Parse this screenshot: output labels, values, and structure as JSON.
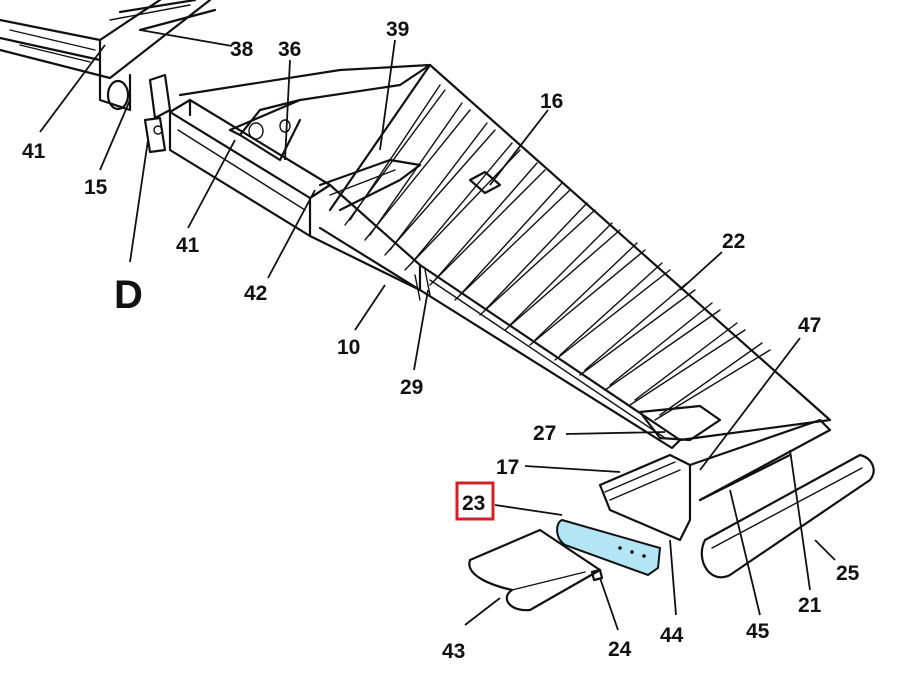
{
  "diagram": {
    "detail_label": "D",
    "highlight_color": "#b3e5f5",
    "highlight_box_color": "#d0202a",
    "highlighted_part": "23",
    "callouts": [
      {
        "id": "c41a",
        "text": "41"
      },
      {
        "id": "c15",
        "text": "15"
      },
      {
        "id": "c38",
        "text": "38"
      },
      {
        "id": "c36",
        "text": "36"
      },
      {
        "id": "c39",
        "text": "39"
      },
      {
        "id": "c16",
        "text": "16"
      },
      {
        "id": "c41b",
        "text": "41"
      },
      {
        "id": "c42",
        "text": "42"
      },
      {
        "id": "c10",
        "text": "10"
      },
      {
        "id": "c29",
        "text": "29"
      },
      {
        "id": "c22",
        "text": "22"
      },
      {
        "id": "c47",
        "text": "47"
      },
      {
        "id": "c27",
        "text": "27"
      },
      {
        "id": "c17",
        "text": "17"
      },
      {
        "id": "c23",
        "text": "23"
      },
      {
        "id": "c43",
        "text": "43"
      },
      {
        "id": "c24",
        "text": "24"
      },
      {
        "id": "c44",
        "text": "44"
      },
      {
        "id": "c45",
        "text": "45"
      },
      {
        "id": "c21",
        "text": "21"
      },
      {
        "id": "c25",
        "text": "25"
      }
    ]
  }
}
